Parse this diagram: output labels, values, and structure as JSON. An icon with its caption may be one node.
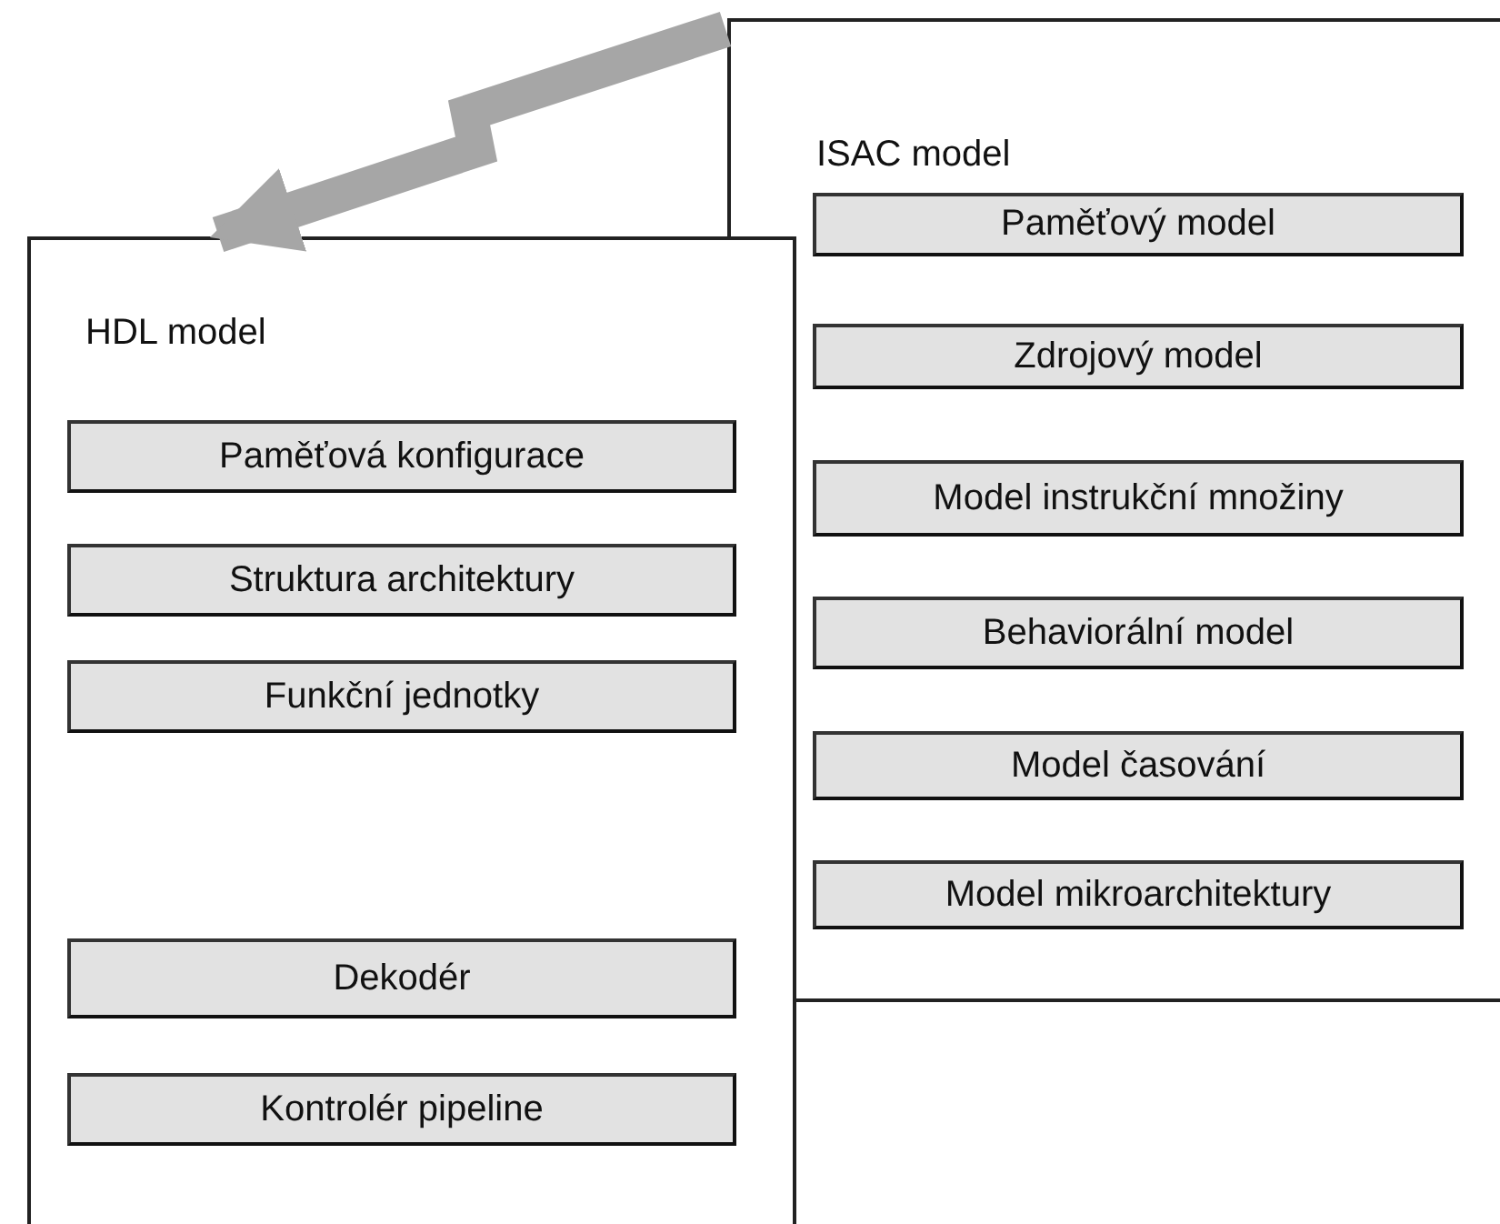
{
  "diagram": {
    "nodes": [
      {
        "text": [
          "ISAC model"
        ]
      },
      {
        "text": [
          "Paměťový model"
        ],
        "in": 0
      },
      {
        "text": [
          "Zdrojový model"
        ],
        "in": 0
      },
      {
        "text": [
          "Model instrukční množiny"
        ],
        "in": 0
      },
      {
        "text": [
          "Behaviorální model"
        ],
        "in": 0
      },
      {
        "text": [
          "Model časování"
        ],
        "in": 0
      },
      {
        "text": [
          "Model mikroarchitektury"
        ],
        "in": 0
      },
      {
        "text": [
          "HDL model"
        ]
      },
      {
        "text": [
          "Paměťová konfigurace"
        ],
        "in": 7
      },
      {
        "text": [
          "Struktura architektury"
        ],
        "in": 7
      },
      {
        "text": [
          "Funkční jednotky"
        ],
        "in": 7
      },
      {
        "text": [
          "Dekodér"
        ],
        "in": 7
      },
      {
        "text": [
          "Kontrolér pipeline"
        ],
        "in": 7
      }
    ],
    "edges": [
      {
        "from": 0,
        "to": 7,
        "arrow": "to",
        "color": "#a6a6a6"
      }
    ]
  }
}
